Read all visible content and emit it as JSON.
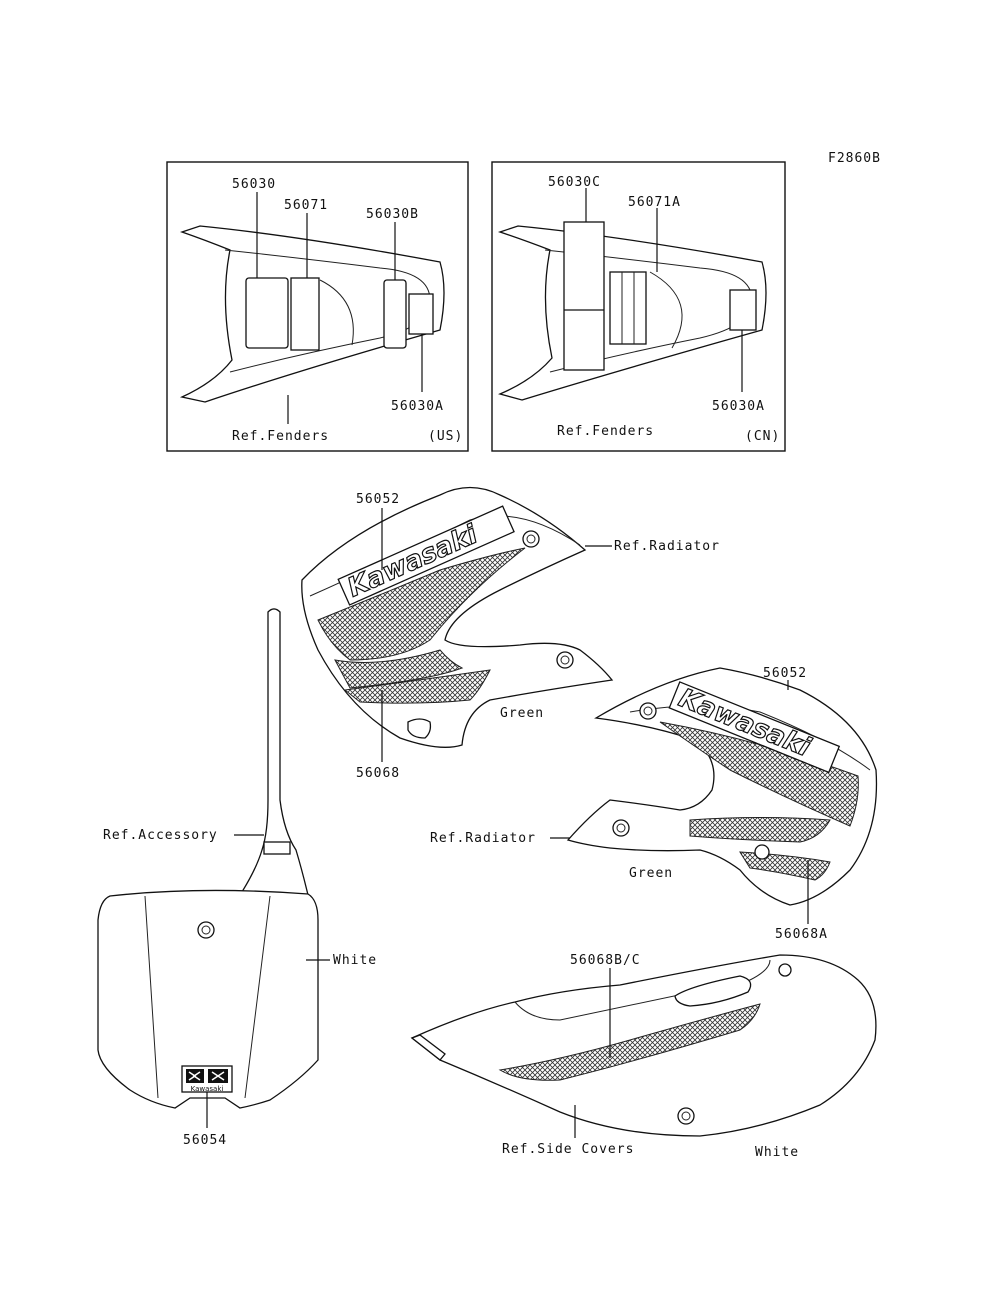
{
  "figure_code": "F2860B",
  "panels": {
    "us": {
      "labels": [
        "56030",
        "56071",
        "56030B",
        "56030A"
      ],
      "ref": "Ref.Fenders",
      "region": "(US)"
    },
    "cn": {
      "labels": [
        "56030C",
        "56071A",
        "56030A"
      ],
      "ref": "Ref.Fenders",
      "region": "(CN)"
    }
  },
  "shroud_left": {
    "part": "56052",
    "ref": "Ref.Radiator",
    "color": "Green",
    "stripe": "56068",
    "brand_text": "Kawasaki"
  },
  "shroud_right": {
    "part": "56052",
    "ref": "Ref.Radiator",
    "color": "Green",
    "stripe": "56068A",
    "brand_text": "Kawasaki"
  },
  "number_plate": {
    "ref": "Ref.Accessory",
    "color": "White",
    "part": "56054",
    "brand_text": "Kawasaki"
  },
  "side_cover": {
    "part": "56068B/C",
    "ref": "Ref.Side Covers",
    "color": "White"
  }
}
